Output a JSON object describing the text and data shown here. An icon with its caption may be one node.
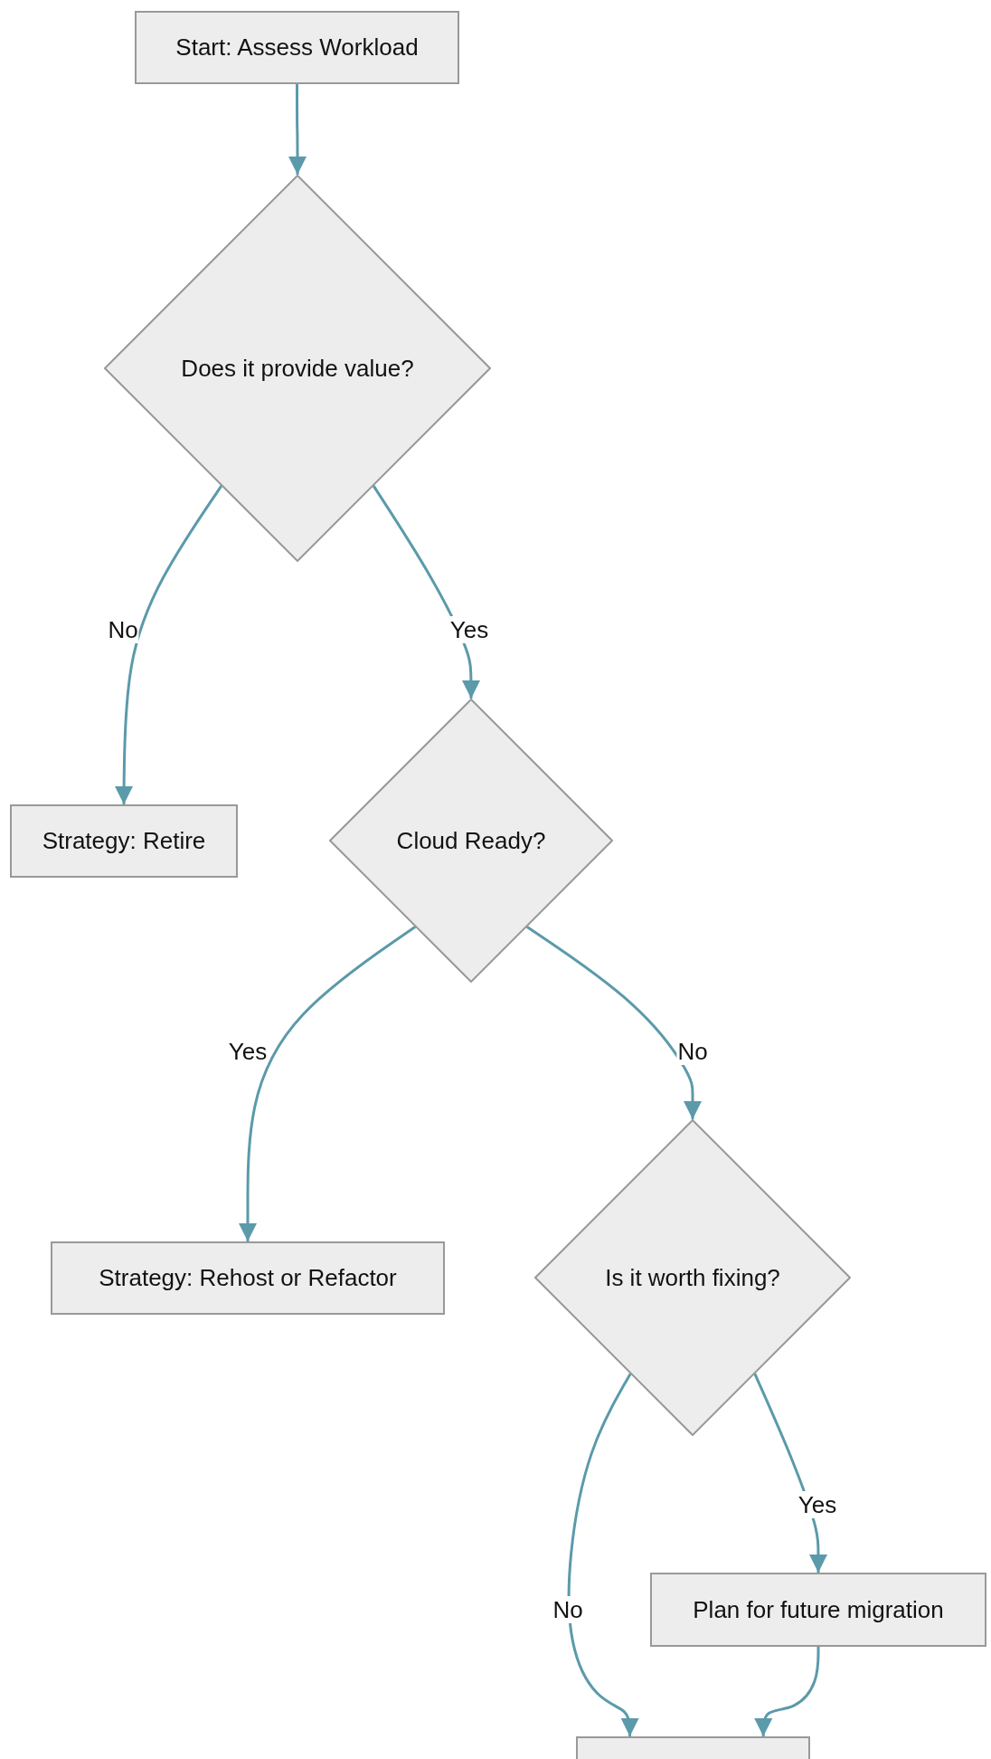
{
  "diagram": {
    "nodes": [
      {
        "text": [
          "Start: Assess Workload"
        ]
      },
      {
        "text": [
          "Does it provide value?"
        ]
      },
      {
        "text": [
          "Strategy: Retire"
        ]
      },
      {
        "text": [
          "Cloud Ready?"
        ]
      },
      {
        "text": [
          "Strategy: Rehost or Refactor"
        ]
      },
      {
        "text": [
          "Is it worth fixing?"
        ]
      },
      {
        "text": [
          "Plan for future migration"
        ]
      },
      {
        "text": [],
        "shape": "box"
      }
    ],
    "edges": [
      {
        "from": 0,
        "to": 1,
        "arrow": "to"
      },
      {
        "from": 1,
        "to": 2,
        "arrow": "to",
        "label": "No"
      },
      {
        "from": 1,
        "to": 3,
        "arrow": "to",
        "label": "Yes"
      },
      {
        "from": 3,
        "to": 4,
        "arrow": "to",
        "label": "Yes"
      },
      {
        "from": 3,
        "to": 5,
        "arrow": "to",
        "label": "No"
      },
      {
        "from": 5,
        "to": 7,
        "arrow": "to",
        "label": "No"
      },
      {
        "from": 5,
        "to": 6,
        "arrow": "to",
        "label": "Yes"
      },
      {
        "from": 6,
        "to": 7,
        "arrow": "to"
      }
    ]
  }
}
